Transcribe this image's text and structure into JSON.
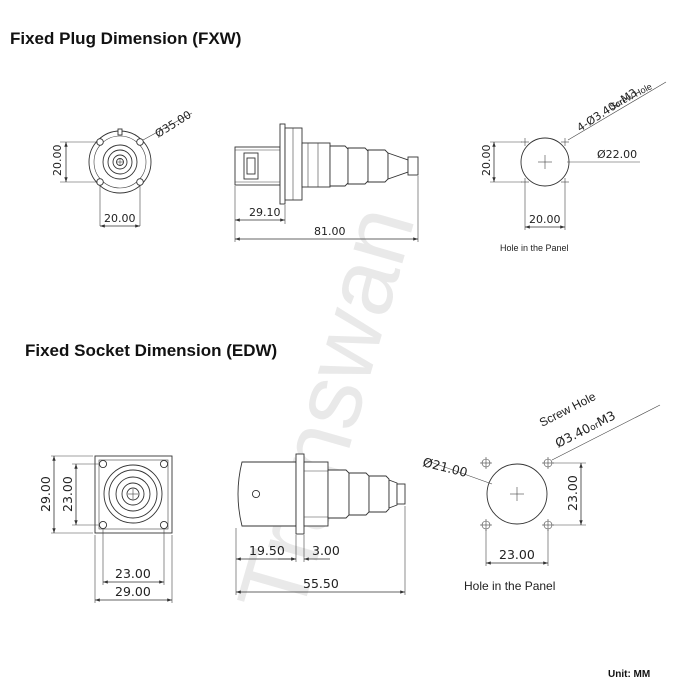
{
  "watermark": "Transwan",
  "fxw": {
    "title": "Fixed Plug Dimension (FXW)",
    "flange_diameter": "Ø35.00",
    "height": "20.00",
    "width": "20.00",
    "length_front": "29.10",
    "length_total": "81.00",
    "screw_hole_label": "Screw Hole",
    "screw_spec_prefix": "4-Ø3.40",
    "screw_spec_or": "or",
    "screw_spec_suffix": "M3",
    "panel_diameter": "Ø22.00",
    "panel_height": "20.00",
    "panel_width": "20.00",
    "panel_caption": "Hole in the Panel"
  },
  "edw": {
    "title": "Fixed Socket Dimension (EDW)",
    "outer_height": "29.00",
    "inner_height": "23.00",
    "inner_width": "23.00",
    "outer_width": "29.00",
    "length_front": "19.50",
    "flange_thickness": "3.00",
    "length_total": "55.50",
    "panel_diameter": "Ø21.00",
    "screw_hole_label": "Screw Hole",
    "screw_spec_prefix": "Ø3.40",
    "screw_spec_or": "or",
    "screw_spec_suffix": "M3",
    "panel_height": "23.00",
    "panel_width": "23.00",
    "panel_caption": "Hole in the Panel"
  },
  "units": "Unit:  MM"
}
